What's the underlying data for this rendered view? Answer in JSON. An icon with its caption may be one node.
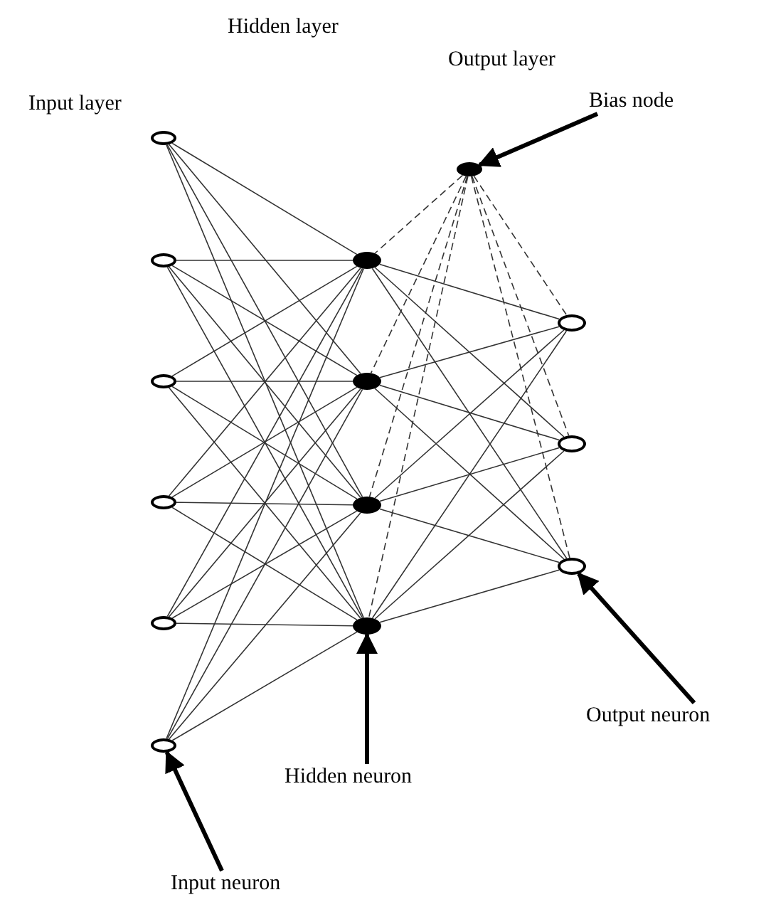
{
  "diagram": {
    "nodes": [
      {
        "text": [],
        "shape": "circle"
      },
      {
        "text": [],
        "shape": "circle"
      },
      {
        "text": [],
        "shape": "circle"
      },
      {
        "text": [],
        "shape": "circle"
      },
      {
        "text": [],
        "shape": "circle"
      },
      {
        "text": [],
        "shape": "circle"
      },
      {
        "text": [],
        "shape": "circle"
      },
      {
        "text": [],
        "shape": "circle"
      },
      {
        "text": [],
        "shape": "circle"
      },
      {
        "text": [],
        "shape": "circle"
      },
      {
        "text": [],
        "shape": "circle"
      },
      {
        "text": [],
        "shape": "circle"
      },
      {
        "text": [],
        "shape": "circle"
      },
      {
        "text": [],
        "shape": "circle"
      },
      {
        "text": [
          "Bias node"
        ]
      },
      {
        "text": [
          "Output neuron"
        ]
      },
      {
        "text": [
          "Hidden neuron"
        ]
      },
      {
        "text": [
          "Input neuron"
        ]
      }
    ],
    "edges": [
      {
        "from": 0,
        "to": 6,
        "arrow": "none"
      },
      {
        "from": 0,
        "to": 7,
        "arrow": "none"
      },
      {
        "from": 0,
        "to": 8,
        "arrow": "none"
      },
      {
        "from": 0,
        "to": 9,
        "arrow": "none"
      },
      {
        "from": 1,
        "to": 6,
        "arrow": "none"
      },
      {
        "from": 1,
        "to": 7,
        "arrow": "none"
      },
      {
        "from": 1,
        "to": 8,
        "arrow": "none"
      },
      {
        "from": 1,
        "to": 9,
        "arrow": "none"
      },
      {
        "from": 2,
        "to": 6,
        "arrow": "none"
      },
      {
        "from": 2,
        "to": 7,
        "arrow": "none"
      },
      {
        "from": 2,
        "to": 8,
        "arrow": "none"
      },
      {
        "from": 2,
        "to": 9,
        "arrow": "none"
      },
      {
        "from": 3,
        "to": 6,
        "arrow": "none"
      },
      {
        "from": 3,
        "to": 7,
        "arrow": "none"
      },
      {
        "from": 3,
        "to": 8,
        "arrow": "none"
      },
      {
        "from": 3,
        "to": 9,
        "arrow": "none"
      },
      {
        "from": 4,
        "to": 6,
        "arrow": "none"
      },
      {
        "from": 4,
        "to": 7,
        "arrow": "none"
      },
      {
        "from": 4,
        "to": 8,
        "arrow": "none"
      },
      {
        "from": 4,
        "to": 9,
        "arrow": "none"
      },
      {
        "from": 5,
        "to": 6,
        "arrow": "none"
      },
      {
        "from": 5,
        "to": 7,
        "arrow": "none"
      },
      {
        "from": 5,
        "to": 8,
        "arrow": "none"
      },
      {
        "from": 5,
        "to": 9,
        "arrow": "none"
      },
      {
        "from": 6,
        "to": 11,
        "arrow": "none"
      },
      {
        "from": 6,
        "to": 12,
        "arrow": "none"
      },
      {
        "from": 6,
        "to": 13,
        "arrow": "none"
      },
      {
        "from": 7,
        "to": 11,
        "arrow": "none"
      },
      {
        "from": 7,
        "to": 12,
        "arrow": "none"
      },
      {
        "from": 7,
        "to": 13,
        "arrow": "none"
      },
      {
        "from": 8,
        "to": 11,
        "arrow": "none"
      },
      {
        "from": 8,
        "to": 12,
        "arrow": "none"
      },
      {
        "from": 8,
        "to": 13,
        "arrow": "none"
      },
      {
        "from": 9,
        "to": 11,
        "arrow": "none"
      },
      {
        "from": 9,
        "to": 12,
        "arrow": "none"
      },
      {
        "from": 9,
        "to": 13,
        "arrow": "none"
      },
      {
        "from": 10,
        "to": 6,
        "arrow": "none",
        "style": "dashed"
      },
      {
        "from": 10,
        "to": 7,
        "arrow": "none",
        "style": "dashed"
      },
      {
        "from": 10,
        "to": 8,
        "arrow": "none",
        "style": "dashed"
      },
      {
        "from": 10,
        "to": 9,
        "arrow": "none",
        "style": "dashed"
      },
      {
        "from": 10,
        "to": 11,
        "arrow": "none",
        "style": "dashed"
      },
      {
        "from": 10,
        "to": 12,
        "arrow": "none",
        "style": "dashed"
      },
      {
        "from": 10,
        "to": 13,
        "arrow": "none",
        "style": "dashed"
      },
      {
        "from": 14,
        "to": 10,
        "arrow": "to",
        "style": "thick"
      },
      {
        "from": 15,
        "to": 13,
        "arrow": "to",
        "style": "thick"
      },
      {
        "from": 16,
        "to": 9,
        "arrow": "to",
        "style": "thick"
      },
      {
        "from": 17,
        "to": 5,
        "arrow": "to",
        "style": "thick"
      }
    ],
    "labels": [
      "Hidden layer",
      "Input layer",
      "Output layer"
    ]
  }
}
